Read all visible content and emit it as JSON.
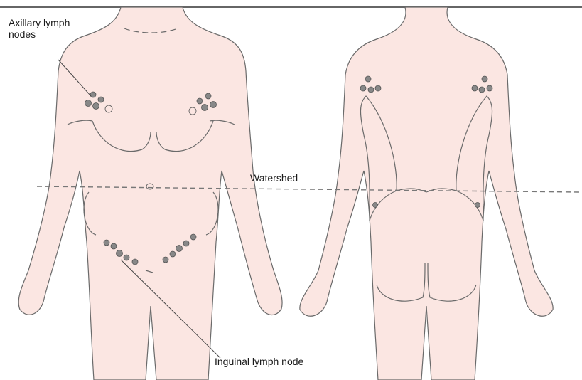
{
  "labels": {
    "axillary": "Axillary lymph nodes",
    "watershed": "Watershed",
    "inguinal": "Inguinal lymph node"
  },
  "colors": {
    "skin": "#fbe6e2",
    "outline": "#5a5a5a",
    "node": "#8a8a8a",
    "dashed_line": "#777777"
  }
}
